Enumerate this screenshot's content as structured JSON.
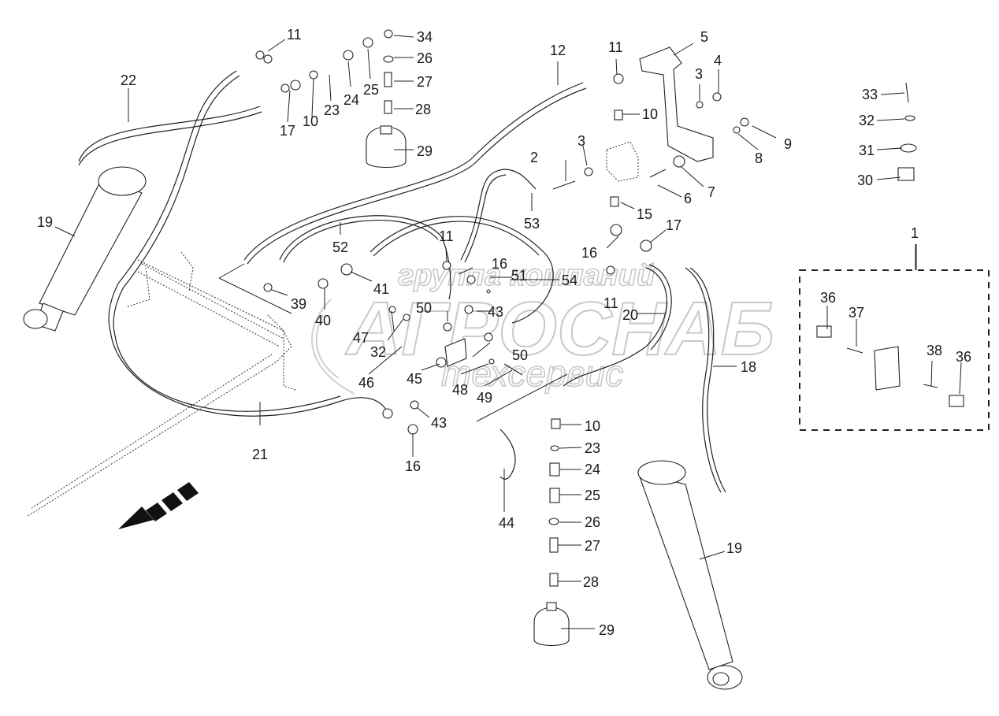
{
  "diagram": {
    "type": "exploded parts diagram",
    "subject": "hydraulic cylinder hose and fitting assembly",
    "watermark": {
      "line1": "группа компаний",
      "line2": "АГРОСНАБ",
      "line3": "техсервис"
    },
    "direction_arrow": "travel-direction-arrow",
    "callouts": [
      {
        "id": "c1",
        "num": "1"
      },
      {
        "id": "c2",
        "num": "2"
      },
      {
        "id": "c3a",
        "num": "3"
      },
      {
        "id": "c3b",
        "num": "3"
      },
      {
        "id": "c4",
        "num": "4"
      },
      {
        "id": "c5",
        "num": "5"
      },
      {
        "id": "c6",
        "num": "6"
      },
      {
        "id": "c7",
        "num": "7"
      },
      {
        "id": "c8",
        "num": "8"
      },
      {
        "id": "c9",
        "num": "9"
      },
      {
        "id": "c10a",
        "num": "10"
      },
      {
        "id": "c10b",
        "num": "10"
      },
      {
        "id": "c10c",
        "num": "10"
      },
      {
        "id": "c11a",
        "num": "11"
      },
      {
        "id": "c11b",
        "num": "11"
      },
      {
        "id": "c11c",
        "num": "11"
      },
      {
        "id": "c11d",
        "num": "11"
      },
      {
        "id": "c12",
        "num": "12"
      },
      {
        "id": "c15",
        "num": "15"
      },
      {
        "id": "c16a",
        "num": "16"
      },
      {
        "id": "c16b",
        "num": "16"
      },
      {
        "id": "c16c",
        "num": "16"
      },
      {
        "id": "c17a",
        "num": "17"
      },
      {
        "id": "c17b",
        "num": "17"
      },
      {
        "id": "c18",
        "num": "18"
      },
      {
        "id": "c19a",
        "num": "19"
      },
      {
        "id": "c19b",
        "num": "19"
      },
      {
        "id": "c20",
        "num": "20"
      },
      {
        "id": "c21",
        "num": "21"
      },
      {
        "id": "c22",
        "num": "22"
      },
      {
        "id": "c23a",
        "num": "23"
      },
      {
        "id": "c23b",
        "num": "23"
      },
      {
        "id": "c24a",
        "num": "24"
      },
      {
        "id": "c24b",
        "num": "24"
      },
      {
        "id": "c25a",
        "num": "25"
      },
      {
        "id": "c25b",
        "num": "25"
      },
      {
        "id": "c26a",
        "num": "26"
      },
      {
        "id": "c26b",
        "num": "26"
      },
      {
        "id": "c27a",
        "num": "27"
      },
      {
        "id": "c27b",
        "num": "27"
      },
      {
        "id": "c28a",
        "num": "28"
      },
      {
        "id": "c28b",
        "num": "28"
      },
      {
        "id": "c29a",
        "num": "29"
      },
      {
        "id": "c29b",
        "num": "29"
      },
      {
        "id": "c30",
        "num": "30"
      },
      {
        "id": "c31",
        "num": "31"
      },
      {
        "id": "c32a",
        "num": "32"
      },
      {
        "id": "c32b",
        "num": "32"
      },
      {
        "id": "c33",
        "num": "33"
      },
      {
        "id": "c34",
        "num": "34"
      },
      {
        "id": "c36a",
        "num": "36"
      },
      {
        "id": "c36b",
        "num": "36"
      },
      {
        "id": "c37",
        "num": "37"
      },
      {
        "id": "c38",
        "num": "38"
      },
      {
        "id": "c39",
        "num": "39"
      },
      {
        "id": "c40",
        "num": "40"
      },
      {
        "id": "c41",
        "num": "41"
      },
      {
        "id": "c43a",
        "num": "43"
      },
      {
        "id": "c43b",
        "num": "43"
      },
      {
        "id": "c44",
        "num": "44"
      },
      {
        "id": "c45",
        "num": "45"
      },
      {
        "id": "c46",
        "num": "46"
      },
      {
        "id": "c47",
        "num": "47"
      },
      {
        "id": "c48",
        "num": "48"
      },
      {
        "id": "c49",
        "num": "49"
      },
      {
        "id": "c50a",
        "num": "50"
      },
      {
        "id": "c50b",
        "num": "50"
      },
      {
        "id": "c51",
        "num": "51"
      },
      {
        "id": "c52",
        "num": "52"
      },
      {
        "id": "c53",
        "num": "53"
      },
      {
        "id": "c54",
        "num": "54"
      }
    ]
  }
}
